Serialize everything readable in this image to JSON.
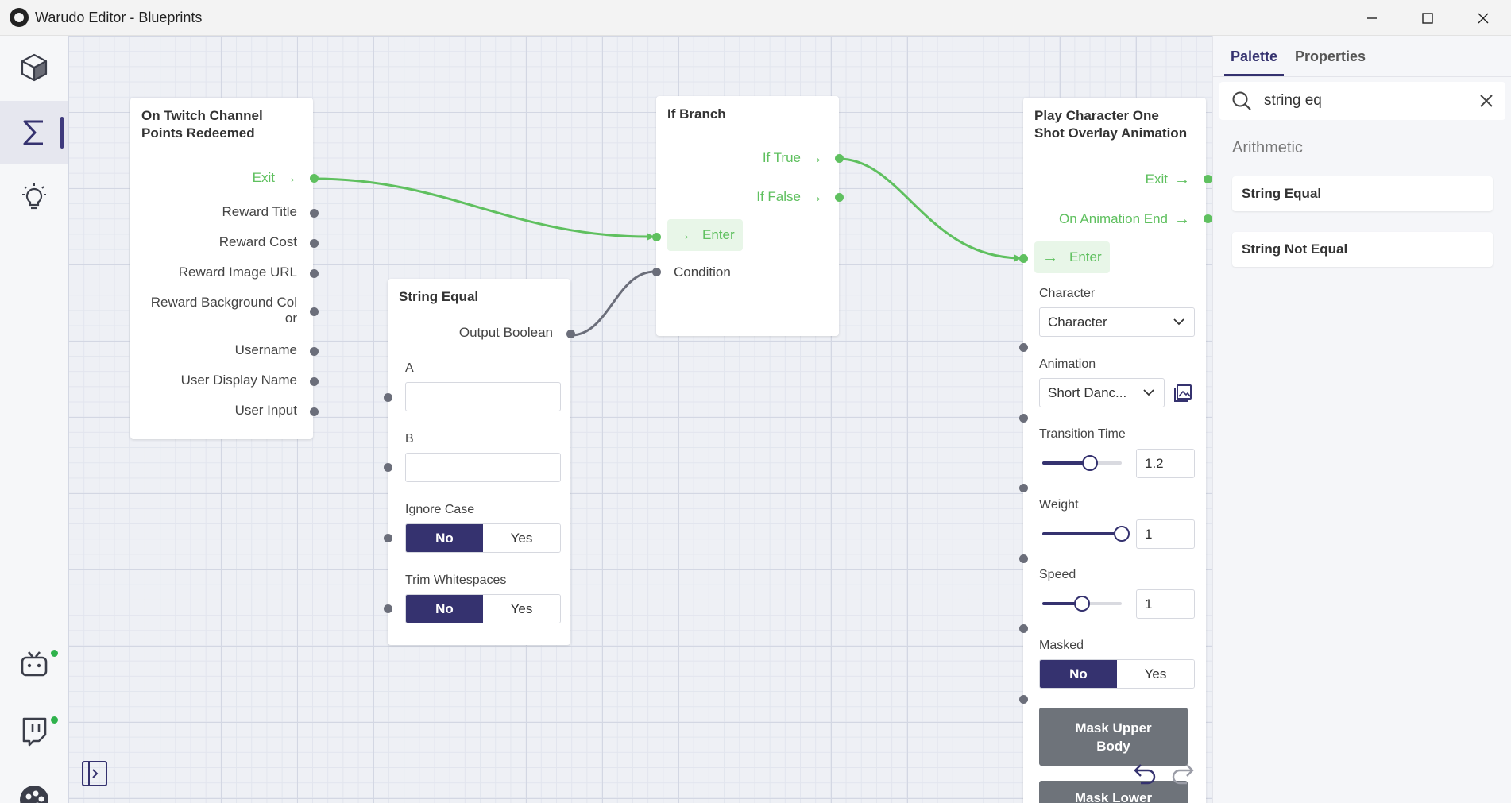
{
  "window": {
    "title": "Warudo Editor - Blueprints",
    "minimize": "—",
    "maximize": "☐",
    "close": "✕"
  },
  "colors": {
    "accent": "#35326f",
    "flow": "#5fc05f",
    "data_port": "#6b6e7a",
    "online": "#2fb24c"
  },
  "sidebar": {
    "items": [
      {
        "name": "scene",
        "icon": "cube-icon"
      },
      {
        "name": "blueprints",
        "icon": "sigma-icon",
        "active": true
      },
      {
        "name": "tips",
        "icon": "lightbulb-icon"
      },
      {
        "name": "bilibili",
        "icon": "tv-robot-icon",
        "status": "online"
      },
      {
        "name": "twitch",
        "icon": "twitch-icon",
        "status": "online"
      },
      {
        "name": "warudo",
        "icon": "warudo-logo-icon"
      }
    ]
  },
  "nodes": {
    "twitch": {
      "title_line1": "On Twitch Channel",
      "title_line2": "Points Redeemed",
      "exit": "Exit",
      "outputs": [
        "Reward Title",
        "Reward Cost",
        "Reward Image URL",
        "Reward Background Col",
        "or",
        "Username",
        "User Display Name",
        "User Input"
      ]
    },
    "string_equal": {
      "title": "String Equal",
      "output": "Output Boolean",
      "a_label": "A",
      "a_value": "",
      "b_label": "B",
      "b_value": "",
      "ignore_case_label": "Ignore Case",
      "trim_label": "Trim Whitespaces",
      "no": "No",
      "yes": "Yes"
    },
    "if_branch": {
      "title": "If Branch",
      "if_true": "If True",
      "if_false": "If False",
      "enter": "Enter",
      "condition": "Condition"
    },
    "play_anim": {
      "title_line1": "Play Character One",
      "title_line2": "Shot Overlay Animation",
      "exit": "Exit",
      "on_end": "On Animation End",
      "enter": "Enter",
      "character_label": "Character",
      "character_value": "Character",
      "animation_label": "Animation",
      "animation_value": "Short Danc...",
      "transition_label": "Transition Time",
      "transition_value": "1.2",
      "transition_fill": 0.6,
      "weight_label": "Weight",
      "weight_value": "1",
      "weight_fill": 1.0,
      "speed_label": "Speed",
      "speed_value": "1",
      "speed_fill": 0.5,
      "masked_label": "Masked",
      "no": "No",
      "yes": "Yes",
      "mask_upper_line1": "Mask Upper",
      "mask_upper_line2": "Body",
      "mask_lower": "Mask Lower"
    }
  },
  "right_panel": {
    "tabs": [
      "Palette",
      "Properties"
    ],
    "search_value": "string eq",
    "category": "Arithmetic",
    "items": [
      "String Equal",
      "String Not Equal"
    ]
  }
}
